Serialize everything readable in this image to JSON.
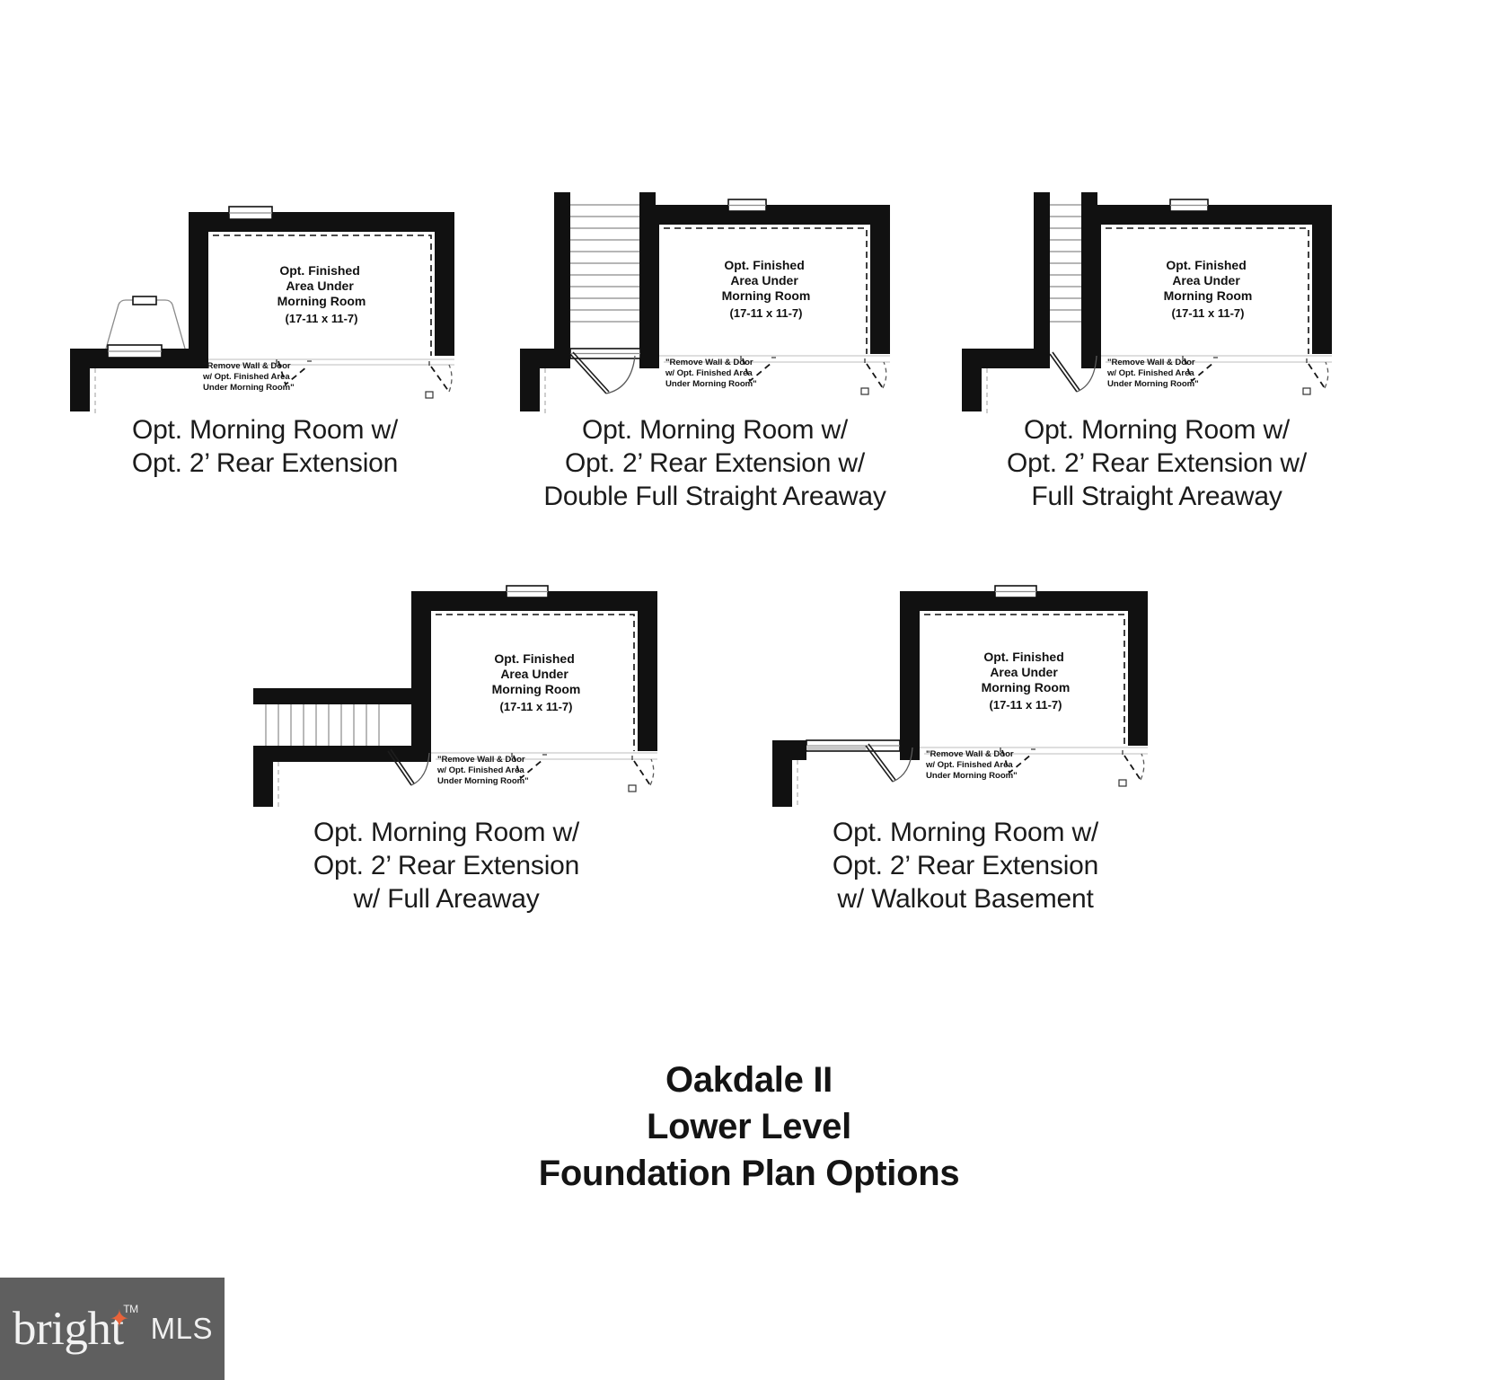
{
  "document": {
    "type": "architectural-floor-plan-options",
    "background_color": "#ffffff",
    "ink_color": "#111111"
  },
  "title_block": {
    "line1": "Oakdale II",
    "line2": "Lower Level",
    "line3": "Foundation Plan Options"
  },
  "shared": {
    "room_label_line1": "Opt. Finished",
    "room_label_line2": "Area Under",
    "room_label_line3": "Morning Room",
    "room_dimensions": "(17-11 x 11-7)",
    "note_line1": "\"Remove Wall & Door",
    "note_line2": "w/ Opt. Finished Area",
    "note_line3": "Under Morning Room\""
  },
  "plans": [
    {
      "id": "plan-1",
      "caption": "Opt. Morning Room w/\nOpt. 2’ Rear Extension",
      "features": [
        "morning-room",
        "rear-extension",
        "trapezoid-areaway",
        "basement-window",
        "door-swings"
      ]
    },
    {
      "id": "plan-2",
      "caption": "Opt. Morning Room w/\nOpt. 2’ Rear Extension w/\nDouble Full Straight Areaway",
      "features": [
        "morning-room",
        "rear-extension",
        "double-full-straight-areaway",
        "stair-run",
        "exterior-door"
      ]
    },
    {
      "id": "plan-3",
      "caption": "Opt. Morning Room w/\nOpt. 2’ Rear Extension w/\nFull Straight Areaway",
      "features": [
        "morning-room",
        "rear-extension",
        "full-straight-areaway",
        "stair-run",
        "exterior-door"
      ]
    },
    {
      "id": "plan-4",
      "caption": "Opt. Morning Room w/\nOpt. 2’ Rear Extension\nw/ Full Areaway",
      "features": [
        "morning-room",
        "rear-extension",
        "full-areaway",
        "side-stair-run",
        "exterior-door"
      ]
    },
    {
      "id": "plan-5",
      "caption": "Opt. Morning Room w/\nOpt. 2’ Rear Extension\nw/ Walkout Basement",
      "features": [
        "morning-room",
        "rear-extension",
        "walkout-basement",
        "sliding-door"
      ]
    }
  ],
  "watermark": {
    "brand": "bright",
    "suffix": "MLS",
    "trademark": "TM",
    "star_glyph": "✦",
    "background_color": "#5f5f5f",
    "accent_color": "#e8633a",
    "text_color": "#f0f0f0"
  }
}
